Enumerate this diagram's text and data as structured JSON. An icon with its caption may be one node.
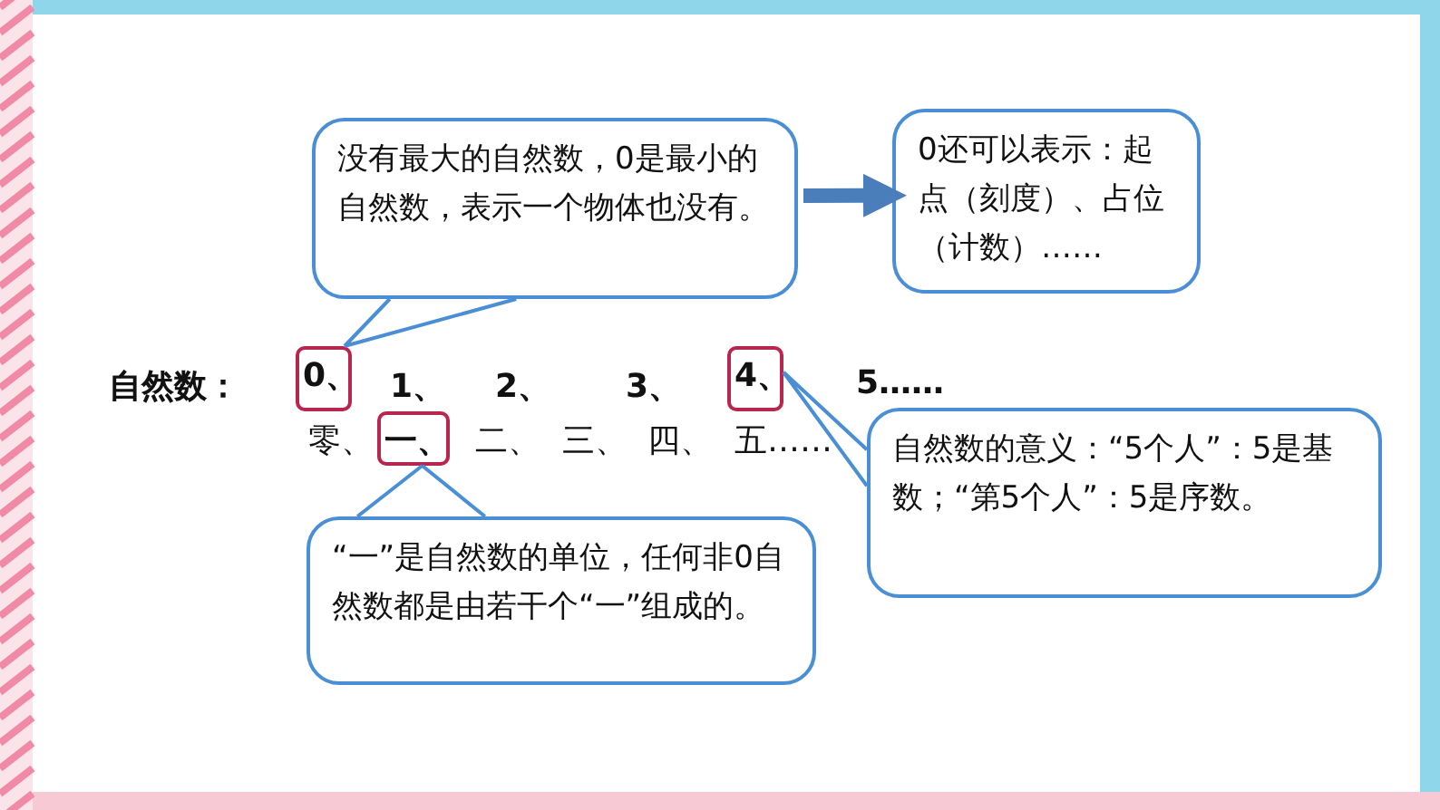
{
  "diagram": {
    "nodes": [
      {
        "text": [
          "没有最大的自然数，0是最小的自然数，表示一个物体也没有。"
        ]
      },
      {
        "text": [
          "0还可以表示：起点（刻度）、占位（计数）……"
        ]
      },
      {
        "text": [
          "0、"
        ]
      },
      {
        "text": [
          "4、"
        ]
      },
      {
        "text": [
          "一、"
        ]
      },
      {
        "text": [
          "自然数的意义：“5个人”：5是基数；“第5个人”：5是序数。"
        ]
      },
      {
        "text": [
          "“一”是自然数的单位，任何非0自然数都是由若干个“一”组成的。"
        ]
      }
    ],
    "edges": [
      {
        "from": 0,
        "to": 2,
        "arrow": "none"
      },
      {
        "from": 0,
        "to": 1,
        "arrow": "to",
        "style": "thick",
        "color": "#4a7ebb"
      },
      {
        "from": 5,
        "to": 3,
        "arrow": "none"
      },
      {
        "from": 6,
        "to": 4,
        "arrow": "none"
      }
    ],
    "labels": [
      "自然数：",
      "1、",
      "2、",
      "3、",
      "5……",
      "零、",
      "二、",
      "三、",
      "四、",
      "五……"
    ]
  }
}
